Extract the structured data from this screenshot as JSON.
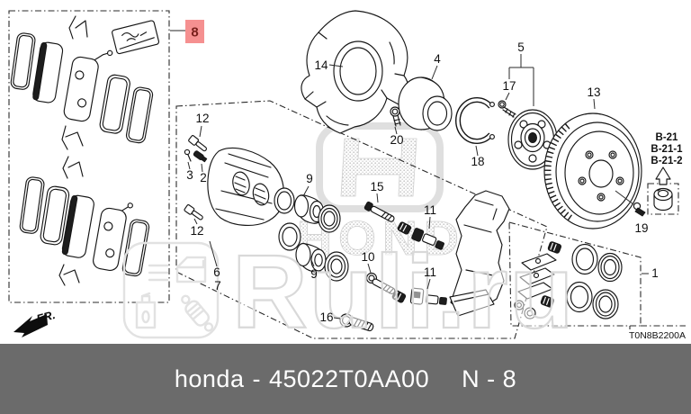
{
  "diagram": {
    "highlight_callout": {
      "label": "8",
      "color": "#f59090",
      "line_color": "#6f6f6f"
    },
    "callouts": {
      "pad_kit": "8",
      "bolt_upper": "12",
      "cap": "3",
      "bleeder": "2",
      "bolt_lower": "12",
      "caliper_a": "6",
      "caliper_b": "7",
      "piston_upper": "9",
      "piston_lower": "9",
      "pin_upper": "15",
      "pin_lower": "10",
      "retainer_upper": "11",
      "retainer_lower": "11",
      "bracket_bolt": "16",
      "splash_guard": "14",
      "guard_bolt": "20",
      "bearing": "4",
      "snap_ring": "18",
      "hub": "5",
      "hub_bolt": "17",
      "disc": "13",
      "wheel_bolt": "19",
      "seal_kit": "1"
    },
    "ref_links": {
      "b21": "B-21",
      "b21_1": "B-21-1",
      "b21_2": "B-21-2"
    },
    "direction_label": "FR.",
    "drawing_code": "T0N8B2200A"
  },
  "watermark": {
    "site": "Ruli.ru",
    "brand": "HONDA"
  },
  "footer": {
    "brand": "honda",
    "dash": "-",
    "part_number": "45022T0AA00",
    "page_ref": "N - 8",
    "bar_color": "#6b6b6b"
  }
}
